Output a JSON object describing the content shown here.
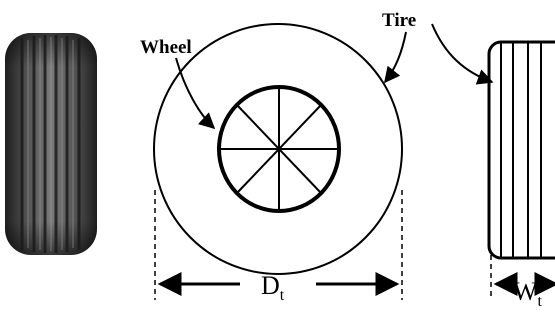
{
  "labels": {
    "wheel": "Wheel",
    "tire": "Tire",
    "diameter_symbol": "D",
    "diameter_subscript": "t",
    "width_symbol": "W",
    "width_subscript": "t"
  },
  "colors": {
    "line": "#000000",
    "background": "#ffffff",
    "photo_tire_dark": "#2a2a2a",
    "photo_tire_mid": "#5a5a5a",
    "photo_tire_light": "#8c8c8c"
  },
  "icons": {
    "photo": "tire-photo-icon"
  }
}
